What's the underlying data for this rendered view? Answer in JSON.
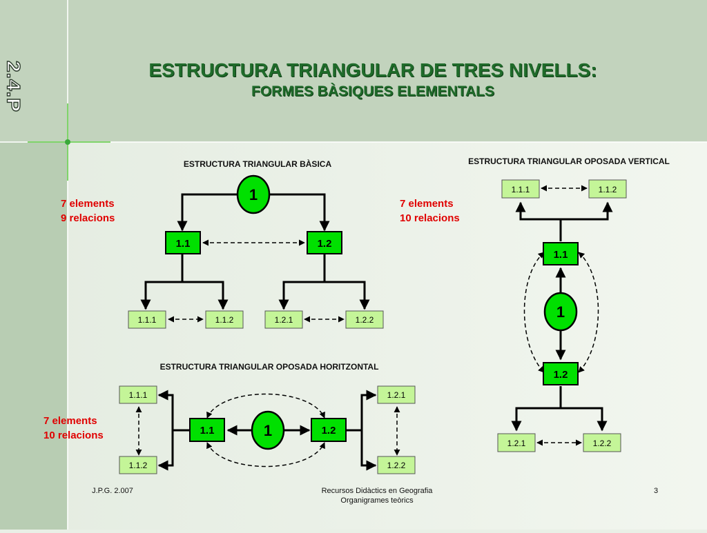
{
  "header": {
    "slide_tag": "2.4.P",
    "title": "ESTRUCTURA TRIANGULAR DE TRES NIVELLS:",
    "subtitle": "FORMES  BÀSIQUES ELEMENTALS"
  },
  "basic": {
    "heading": "ESTRUCTURA TRIANGULAR BÀSICA",
    "count_elements": "7 elements",
    "count_relations": "9 relacions",
    "nodes": {
      "root": "1",
      "a": "1.1",
      "b": "1.2",
      "a1": "1.1.1",
      "a2": "1.1.2",
      "b1": "1.2.1",
      "b2": "1.2.2"
    }
  },
  "horizontal": {
    "heading": "ESTRUCTURA TRIANGULAR OPOSADA HORITZONTAL",
    "count_elements": "7 elements",
    "count_relations": "10 relacions",
    "nodes": {
      "root": "1",
      "a": "1.1",
      "b": "1.2",
      "a1": "1.1.1",
      "a2": "1.1.2",
      "b1": "1.2.1",
      "b2": "1.2.2"
    }
  },
  "vertical": {
    "heading": "ESTRUCTURA TRIANGULAR OPOSADA VERTICAL",
    "count_elements": "7 elements",
    "count_relations": "10 relacions",
    "nodes": {
      "root": "1",
      "a": "1.1",
      "b": "1.2",
      "a1": "1.1.1",
      "a2": "1.1.2",
      "b1": "1.2.1",
      "b2": "1.2.2"
    }
  },
  "footer": {
    "author": "J.P.G. 2.007",
    "source_line1": "Recursos Didàctics en Geografia",
    "source_line2": "Organigrames teòrics",
    "page_number": "3"
  },
  "colors": {
    "node_primary": "#00e000",
    "node_secondary": "#c4f598",
    "title": "#1f6b2a",
    "count_text": "#e00000",
    "header_band": "#c2d3bd",
    "left_band": "#b8cdb3"
  }
}
